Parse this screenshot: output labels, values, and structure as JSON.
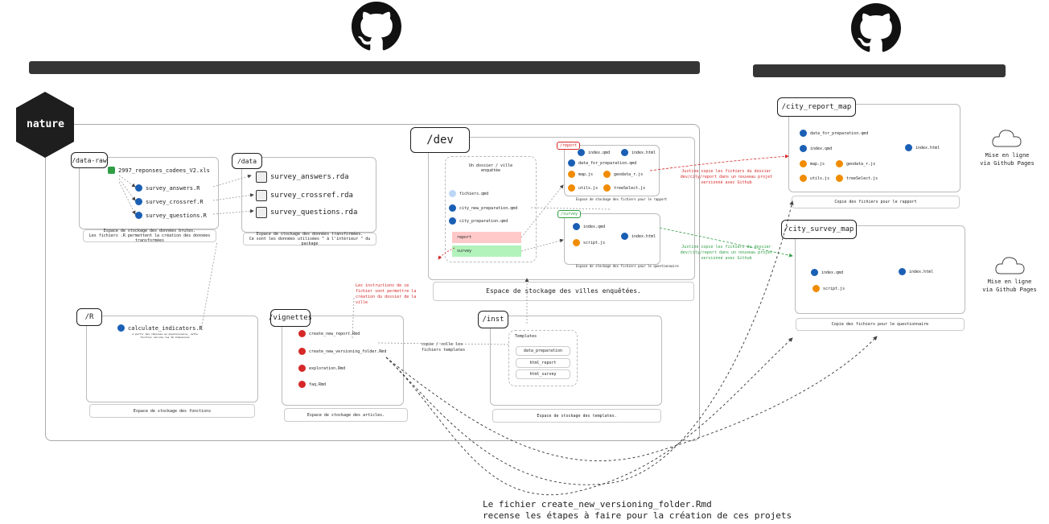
{
  "colors": {
    "bar": "#353535",
    "accent_red": "#d62828",
    "accent_green": "#2f9e44",
    "file_blue": "#1a5fb4",
    "file_orange": "#f08c00"
  },
  "icons": [
    "github-icon",
    "hexagon-nature-icon",
    "cloud-icon",
    "database-icon",
    "file-icon"
  ],
  "nature": "nature",
  "data_raw": {
    "title": "/data-raw",
    "files": [
      "2997_reponses_codees_V2.xls",
      "survey_answers.R",
      "survey_crossref.R",
      "survey_questions.R"
    ],
    "caption_1": "Espace de stockage des données brutes.",
    "caption_2": "Les fichiers .R permettent la création des données transformées"
  },
  "data": {
    "title": "/data",
    "files": [
      "survey_answers.rda",
      "survey_crossref.rda",
      "survey_questions.rda"
    ],
    "caption_1": "Espace de stockage des données transformées.",
    "caption_2": "Ce sont les données utilisées \" à l'intérieur \" du package"
  },
  "dev": {
    "title": "/dev",
    "city_box": {
      "title": "Un dossier / ville enquêtée",
      "files": [
        "fichiers.qmd",
        "city_new_preparation.qmd",
        "city_preparation.qmd"
      ],
      "report": "report",
      "survey": "survey"
    },
    "report": {
      "tag": "/report",
      "files": [
        "index.qmd",
        "index.html",
        "data_for_preparation.qmd",
        "map.js",
        "geodata_r.js",
        "utils.js",
        "treeSelect.js"
      ],
      "caption": "Espace de stockage des fichiers pour le rapport"
    },
    "survey": {
      "tag": "/survey",
      "files": [
        "index.qmd",
        "script.js",
        "index.html"
      ],
      "caption": "Espace de stockage des fichiers pour le questionnaire"
    },
    "caption": "Espace de stockage des villes enquêtées.",
    "instructions": "Les instructions de ce fichier vont permettre la création du dossier de la ville"
  },
  "r": {
    "title": "/R",
    "file": "calculate_indicators.R",
    "file_note": "A partir des réponses au questionnaire, cette fonction calcule les 16 dimensions",
    "caption": "Espace de stockage des fonctions"
  },
  "vignettes": {
    "title": "/vignettes",
    "files": [
      "create_new_report.Rmd",
      "create_new_versioning_folder.Rmd",
      "exploration.Rmd",
      "faq.Rmd"
    ],
    "caption": "Espace de stockage des articles."
  },
  "inst": {
    "title": "/inst",
    "templates_title": "Templates",
    "templates": [
      "data_preparation",
      "html_report",
      "html_survey"
    ],
    "caption": "Espace de stockage des templates."
  },
  "copy_note": "copie / colle les fichiers templates",
  "report_note": "Justine copie les fichiers du dossier dev/city/report dans un nouveau projet versionné avec Github",
  "survey_note": "Justine copie les fichiers du dossier dev/city/report dans un nouveau projet versionné avec Github",
  "city_report_map": {
    "title": "/city_report_map",
    "files": [
      "data_for_preparation.qmd",
      "index.qmd",
      "index.html",
      "map.js",
      "geodata_r.js",
      "utils.js",
      "treeSelect.js"
    ],
    "caption": "Copie des fichiers pour le rapport"
  },
  "city_survey_map": {
    "title": "/city_survey_map",
    "files": [
      "index.qmd",
      "index.html",
      "script.js"
    ],
    "caption": "Copie des fichiers pour le questionnaire"
  },
  "online_1": "Mise en ligne\nvia Github Pages",
  "online_2": "Mise en ligne\nvia Github Pages",
  "footer_1": "Le fichier create_new_versioning_folder.Rmd",
  "footer_2": "recense les étapes à faire pour la création de ces projets"
}
